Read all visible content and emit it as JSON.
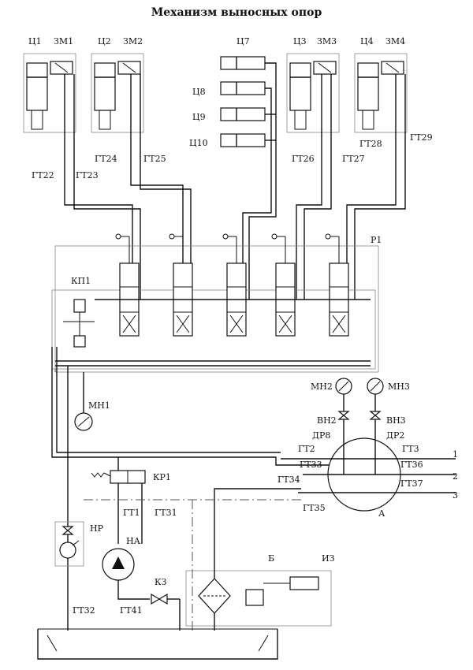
{
  "title": "Механизм выносных опор",
  "cylinders": {
    "c1": "Ц1",
    "zm1": "ЗМ1",
    "c2": "Ц2",
    "zm2": "ЗМ2",
    "c7": "Ц7",
    "c8": "Ц8",
    "c9": "Ц9",
    "c10": "Ц10",
    "c3": "Ц3",
    "zm3": "ЗМ3",
    "c4": "Ц4",
    "zm4": "ЗМ4"
  },
  "hoses": {
    "gt22": "ГТ22",
    "gt23": "ГТ23",
    "gt24": "ГТ24",
    "gt25": "ГТ25",
    "gt26": "ГТ26",
    "gt27": "ГТ27",
    "gt28": "ГТ28",
    "gt29": "ГТ29",
    "gt2": "ГТ2",
    "gt33": "ГТ33",
    "gt34": "ГТ34",
    "gt35": "ГТ35",
    "gt3": "ГТ3",
    "gt36": "ГТ36",
    "gt37": "ГТ37",
    "gt1": "ГТ1",
    "gt31": "ГТ31",
    "gt32": "ГТ32",
    "gt41": "ГТ41"
  },
  "components": {
    "r1": "Р1",
    "kp1": "КП1",
    "mn1": "МН1",
    "mn2": "МН2",
    "mn3": "МН3",
    "vn2": "ВН2",
    "vn3": "ВН3",
    "dr8": "ДР8",
    "dr2": "ДР2",
    "kr1": "КР1",
    "hr": "НР",
    "ha": "НА",
    "k3": "КЗ",
    "b": "Б",
    "iz": "ИЗ",
    "a": "А"
  },
  "ports": {
    "p1": "1",
    "p2": "2",
    "p3": "3"
  }
}
